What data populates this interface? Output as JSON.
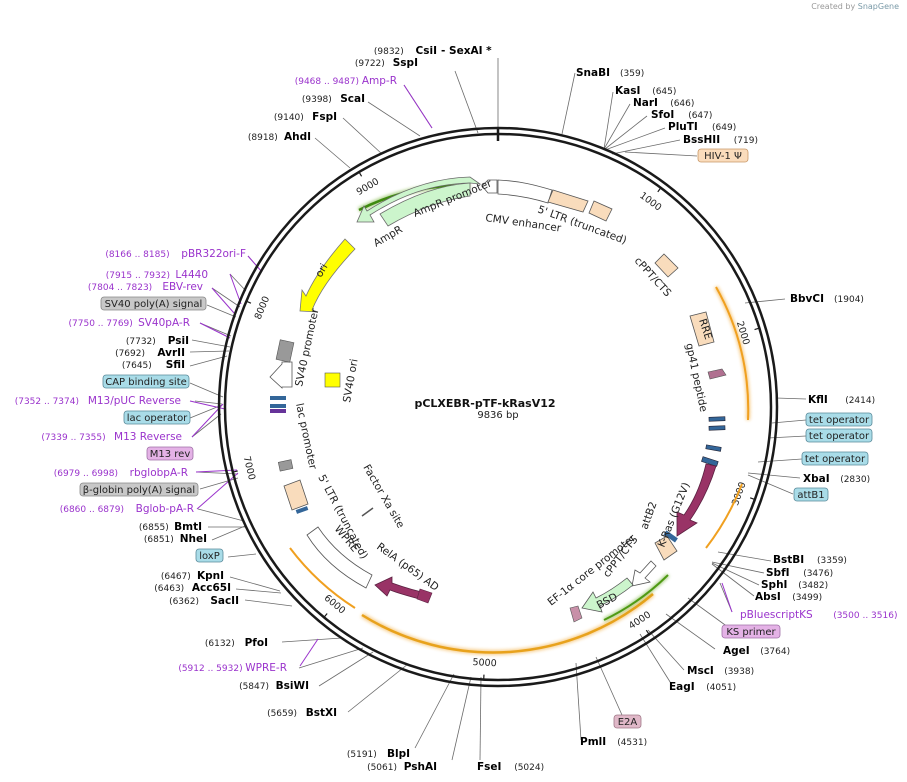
{
  "credit": {
    "prefix": "Created by",
    "brand": "SnapGene"
  },
  "plasmid": {
    "name": "pCLXEBR-pTF-kRasV12",
    "size_label": "9836 bp",
    "length": 9836
  },
  "ticks": [
    {
      "pos": 1000,
      "label": "1000"
    },
    {
      "pos": 2000,
      "label": "2000"
    },
    {
      "pos": 3000,
      "label": "3000"
    },
    {
      "pos": 4000,
      "label": "4000"
    },
    {
      "pos": 5000,
      "label": "5000"
    },
    {
      "pos": 6000,
      "label": "6000"
    },
    {
      "pos": 7000,
      "label": "7000"
    },
    {
      "pos": 8000,
      "label": "8000"
    },
    {
      "pos": 9000,
      "label": "9000"
    }
  ],
  "enzymes": [
    {
      "name": "CsiI",
      "pos": "(9832)"
    },
    {
      "name": "- SexAI *",
      "pos": ""
    },
    {
      "name": "SspI",
      "pos": "(9722)"
    },
    {
      "name": "Amp-R",
      "pos": "(9468 .. 9487)",
      "kind": "primer"
    },
    {
      "name": "ScaI",
      "pos": "(9398)"
    },
    {
      "name": "FspI",
      "pos": "(9140)"
    },
    {
      "name": "AhdI",
      "pos": "(8918)"
    },
    {
      "name": "SnaBI",
      "pos": "(359)"
    },
    {
      "name": "KasI",
      "pos": "(645)"
    },
    {
      "name": "NarI",
      "pos": "(646)"
    },
    {
      "name": "SfoI",
      "pos": "(647)"
    },
    {
      "name": "PluTI",
      "pos": "(649)"
    },
    {
      "name": "BssHII",
      "pos": "(719)"
    },
    {
      "name": "BbvCI",
      "pos": "(1904)"
    },
    {
      "name": "KflI",
      "pos": "(2414)"
    },
    {
      "name": "XbaI",
      "pos": "(2830)"
    },
    {
      "name": "BstBI",
      "pos": "(3359)"
    },
    {
      "name": "SbfI",
      "pos": "(3476)"
    },
    {
      "name": "SphI",
      "pos": "(3482)"
    },
    {
      "name": "AbsI",
      "pos": "(3499)"
    },
    {
      "name": "pBluescriptKS",
      "pos": "(3500 .. 3516)",
      "kind": "primer"
    },
    {
      "name": "AgeI",
      "pos": "(3764)"
    },
    {
      "name": "MscI",
      "pos": "(3938)"
    },
    {
      "name": "EagI",
      "pos": "(4051)"
    },
    {
      "name": "PmlI",
      "pos": "(4531)"
    },
    {
      "name": "FseI",
      "pos": "(5024)"
    },
    {
      "name": "PshAI",
      "pos": "(5061)"
    },
    {
      "name": "BlpI",
      "pos": "(5191)"
    },
    {
      "name": "BstXI",
      "pos": "(5659)"
    },
    {
      "name": "BsiWI",
      "pos": "(5847)"
    },
    {
      "name": "WPRE-R",
      "pos": "(5912 .. 5932)",
      "kind": "primer"
    },
    {
      "name": "PfoI",
      "pos": "(6132)"
    },
    {
      "name": "SacII",
      "pos": "(6362)"
    },
    {
      "name": "Acc65I",
      "pos": "(6463)"
    },
    {
      "name": "KpnI",
      "pos": "(6467)"
    },
    {
      "name": "NheI",
      "pos": "(6851)"
    },
    {
      "name": "BmtI",
      "pos": "(6855)"
    },
    {
      "name": "Bglob-pA-R",
      "pos": "(6860 .. 6879)",
      "kind": "primer"
    },
    {
      "name": "rbglobpA-R",
      "pos": "(6979 .. 6998)",
      "kind": "primer"
    },
    {
      "name": "M13 Reverse",
      "pos": "(7339 .. 7355)",
      "kind": "primer"
    },
    {
      "name": "M13/pUC Reverse",
      "pos": "(7352 .. 7374)",
      "kind": "primer"
    },
    {
      "name": "SfiI",
      "pos": "(7645)"
    },
    {
      "name": "AvrII",
      "pos": "(7692)"
    },
    {
      "name": "PsiI",
      "pos": "(7732)"
    },
    {
      "name": "SV40pA-R",
      "pos": "(7750 .. 7769)",
      "kind": "primer"
    },
    {
      "name": "EBV-rev",
      "pos": "(7804 .. 7823)",
      "kind": "primer"
    },
    {
      "name": "L4440",
      "pos": "(7915 .. 7932)",
      "kind": "primer"
    },
    {
      "name": "pBR322ori-F",
      "pos": "(8166 .. 8185)",
      "kind": "primer"
    }
  ],
  "boxed_labels": [
    {
      "text": "HIV-1 Ψ",
      "style": "tan"
    },
    {
      "text": "tet operator",
      "style": "teal"
    },
    {
      "text": "tet operator",
      "style": "teal"
    },
    {
      "text": "tet operator",
      "style": "teal"
    },
    {
      "text": "attB1",
      "style": "teal"
    },
    {
      "text": "KS primer",
      "style": "pink"
    },
    {
      "text": "E2A",
      "style": "mauve"
    },
    {
      "text": "loxP",
      "style": "teal"
    },
    {
      "text": "β-globin poly(A) signal",
      "style": "gray"
    },
    {
      "text": "M13 rev",
      "style": "pink"
    },
    {
      "text": "lac operator",
      "style": "teal"
    },
    {
      "text": "CAP binding site",
      "style": "teal"
    },
    {
      "text": "SV40 poly(A) signal",
      "style": "gray"
    }
  ],
  "features": {
    "ampr_promoter": "AmpR promoter",
    "ampr": "AmpR",
    "cmv": "CMV enhancer",
    "ltr5": "5' LTR (truncated)",
    "cppt1": "cPPT/CTS",
    "rre": "RRE",
    "gp41": "gp41 peptide",
    "attb2": "attB2",
    "kras": "K-Ras (G12V)",
    "cppt2": "cPPT/CTS",
    "ef1a": "EF-1α core promoter",
    "bsd": "BSD",
    "rela": "RelA (p65) AD",
    "wpre": "WPRE",
    "ltr5b": "5' LTR (truncated)",
    "factorxa": "Factor Xa site",
    "lacpromoter": "lac promoter",
    "sv40promoter": "SV40 promoter",
    "sv40ori": "SV40 ori",
    "ori": "ori"
  },
  "colors": {
    "backbone": "#1a1a1a",
    "enzyme_text": "#000000",
    "primer_text": "#9a33cc",
    "ampr_fill": "#ccf5cc",
    "ori_fill": "#ffff00",
    "kras_fill": "#993366",
    "orange_arc": "#f0a020",
    "tan_fill": "#f9dcbc"
  }
}
